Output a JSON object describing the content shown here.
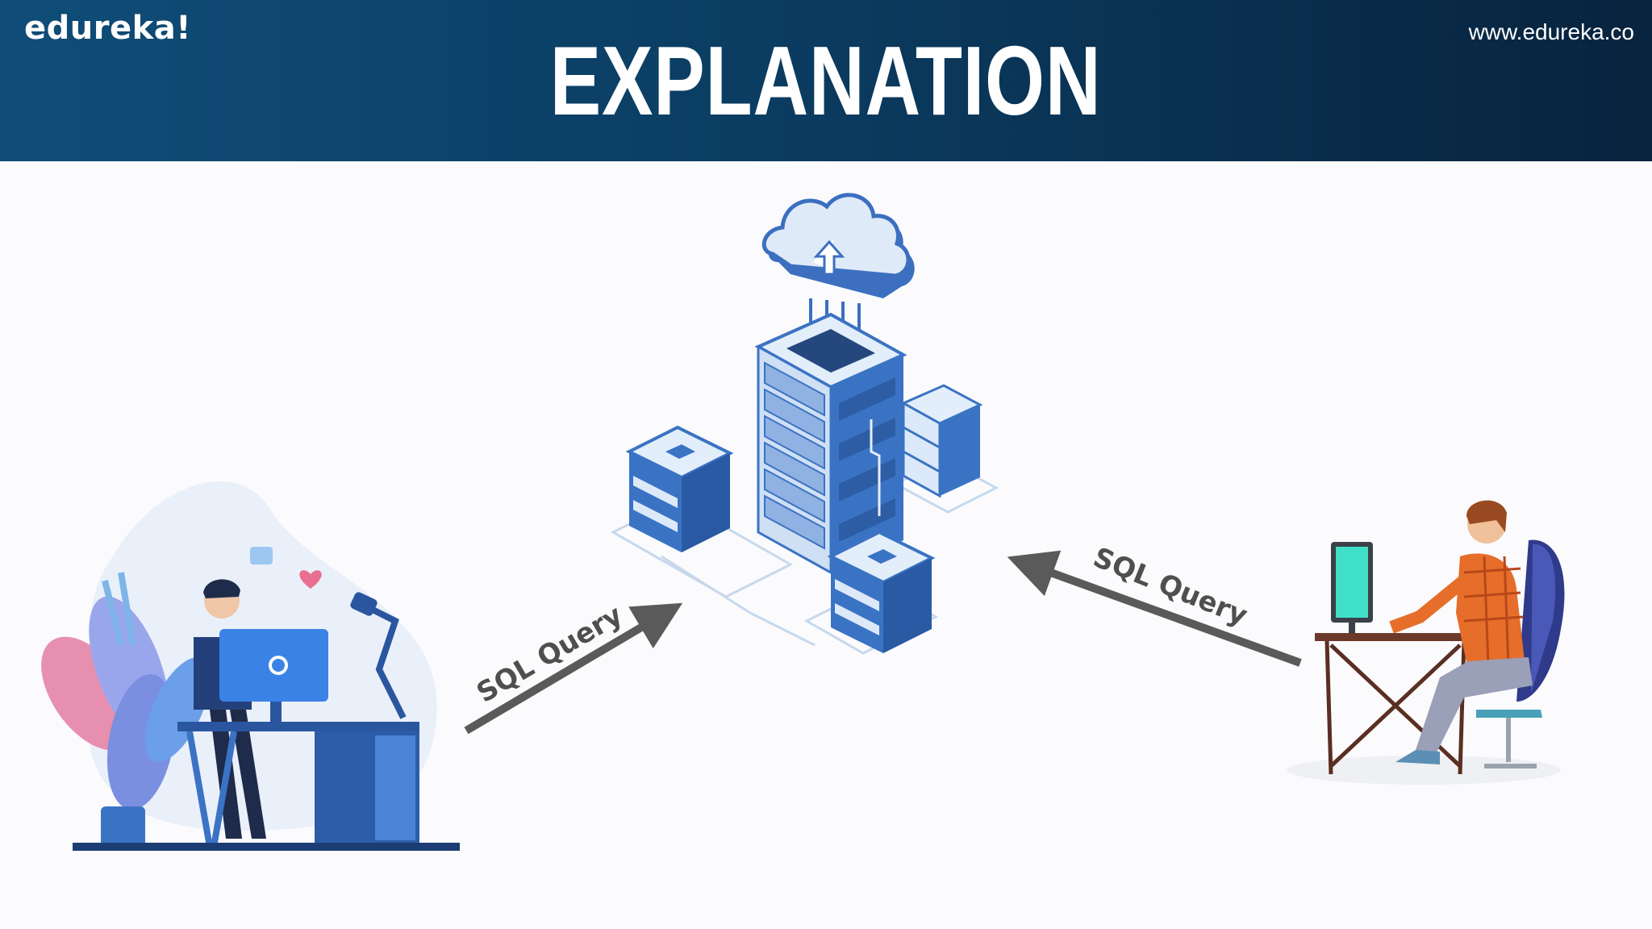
{
  "header": {
    "logo": "edureka!",
    "url": "www.edureka.co",
    "title": "EXPLANATION"
  },
  "diagram": {
    "left_arrow_label": "SQL Query",
    "right_arrow_label": "SQL Query"
  },
  "colors": {
    "header_dark": "#08233e",
    "header_light": "#0f4d78",
    "arrow": "#5a5a5a",
    "server_blue": "#3b73c4",
    "server_light": "#dce9f8"
  },
  "icons": [
    "cloud-upload-icon",
    "database-server-icon",
    "user-at-desk-icon"
  ]
}
